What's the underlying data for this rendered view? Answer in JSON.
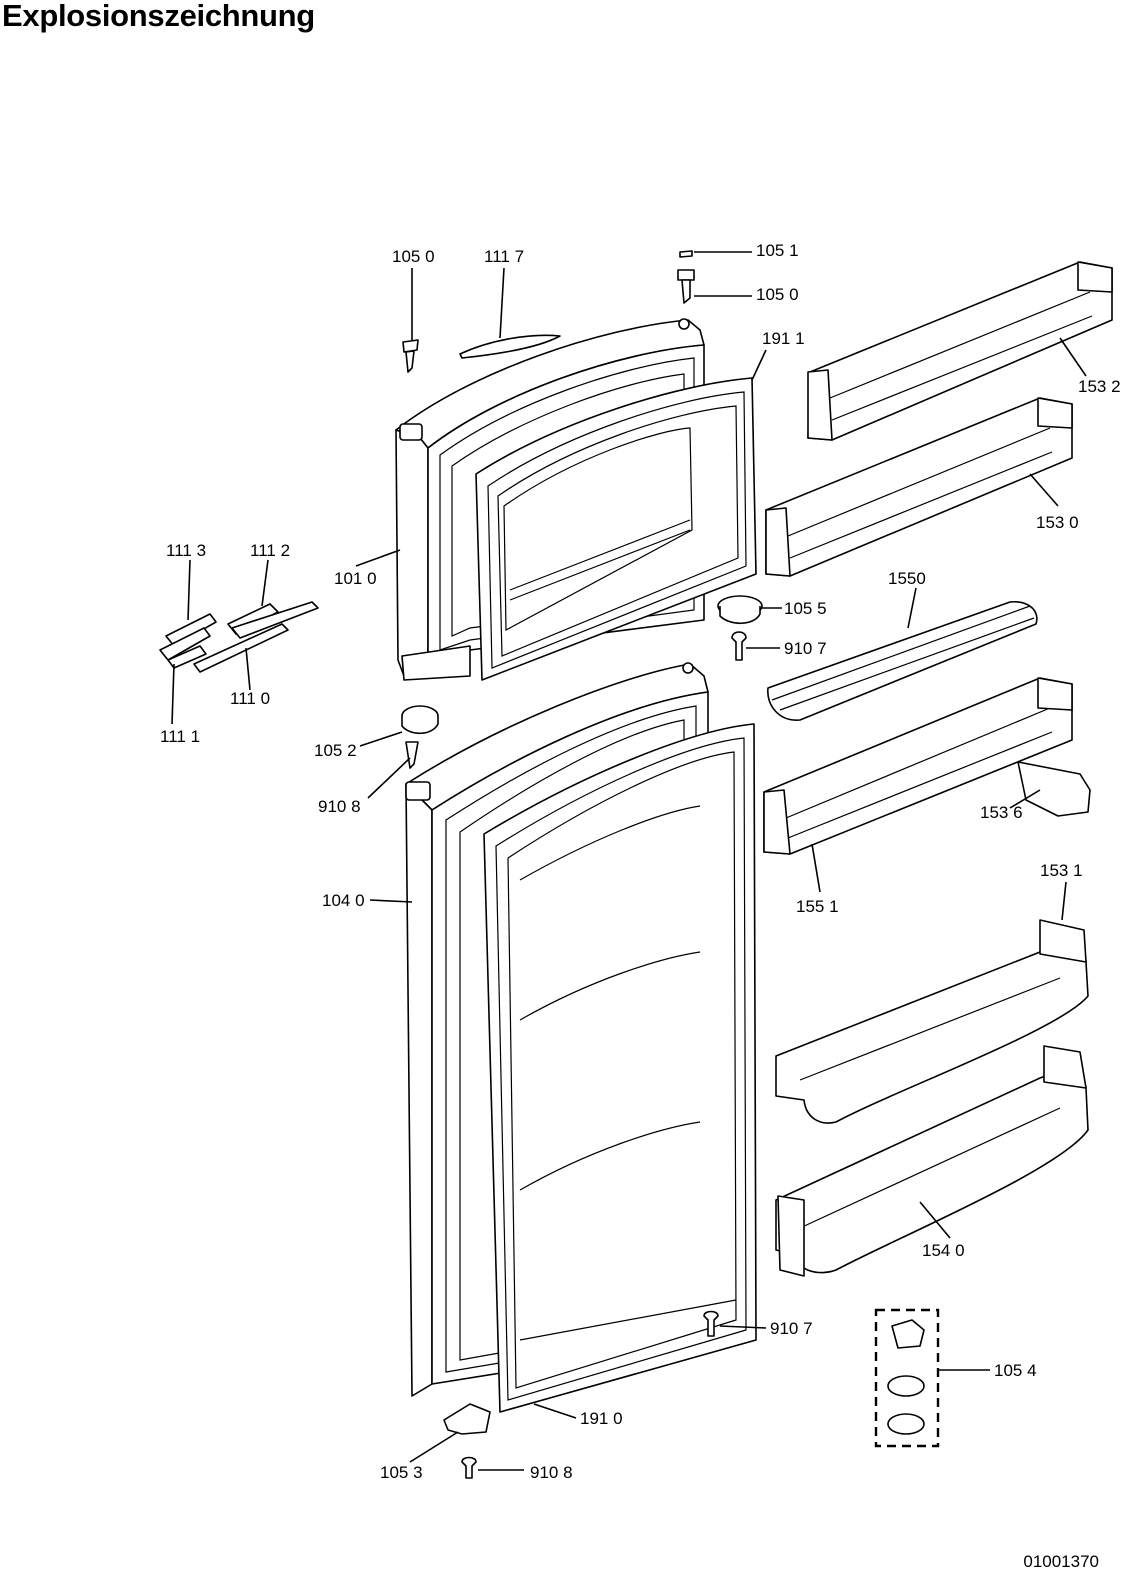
{
  "title": "Explosionszeichnung",
  "drawing_number": "01001370",
  "labels": {
    "l1050a": "105 0",
    "l1117": "111 7",
    "l1051": "105 1",
    "l1050b": "105 0",
    "l1911": "191 1",
    "l1532": "153 2",
    "l1530": "153 0",
    "l1113": "111 3",
    "l1112": "111 2",
    "l1010": "101 0",
    "l1550": "1550",
    "l1055": "105 5",
    "l9107a": "910 7",
    "l1110": "111 0",
    "l1111": "111 1",
    "l1052": "105 2",
    "l9108a": "910 8",
    "l1536": "153 6",
    "l1551": "155 1",
    "l1531": "153 1",
    "l1040": "104 0",
    "l1540": "154 0",
    "l9107b": "910 7",
    "l1054": "105 4",
    "l1910": "191 0",
    "l1053": "105 3",
    "l9108b": "910 8"
  }
}
